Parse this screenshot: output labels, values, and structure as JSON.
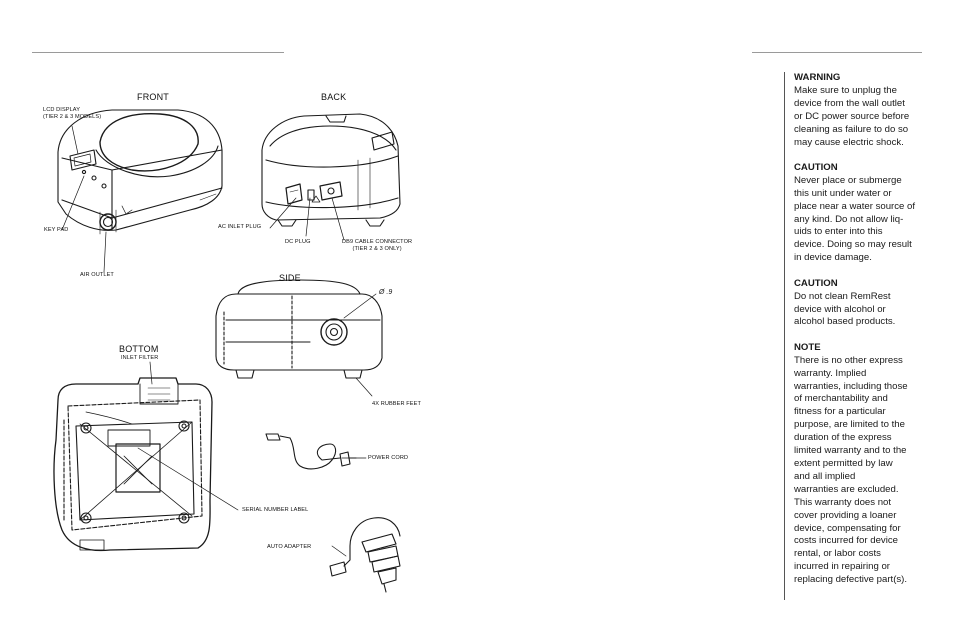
{
  "figure": {
    "views": {
      "front": "FRONT",
      "back": "BACK",
      "side": "SIDE",
      "bottom": "BOTTOM"
    },
    "callouts": {
      "lcd_display": [
        "LCD DISPLAY",
        "(TIER 2 & 3 MODELS)"
      ],
      "key_pad": "KEY PAD",
      "air_outlet": "AIR OUTLET",
      "ac_inlet_plug": "AC INLET PLUG",
      "dc_plug": "DC PLUG",
      "db9_connector": [
        "DB9 CABLE CONNECTOR",
        "(TIER 2 & 3 ONLY)"
      ],
      "diameter": "Ø .9",
      "rubber_feet": "4X RUBBER FEET",
      "inlet_filter": "INLET FILTER",
      "power_cord": "POWER CORD",
      "serial_label": "SERIAL NUMBER LABEL",
      "auto_adapter": "AUTO ADAPTER"
    }
  },
  "notices": [
    {
      "heading": "WARNING",
      "lines": [
        "Make sure to unplug the",
        "device from the wall outlet",
        "or DC power source before",
        "cleaning as failure to do so",
        "may cause electric shock."
      ]
    },
    {
      "heading": "CAUTION",
      "lines": [
        "Never place or submerge",
        "this unit under water or",
        "place near a water source of",
        "any kind. Do not allow liq-",
        "uids to enter into this",
        "device. Doing so may result",
        "in device damage."
      ]
    },
    {
      "heading": "CAUTION",
      "lines": [
        "Do not clean RemRest",
        "device with alcohol or",
        "alcohol based products."
      ]
    },
    {
      "heading": "NOTE",
      "lines": [
        "There is no other express",
        "warranty. Implied",
        "warranties, including those",
        "of merchantability and",
        "fitness for a particular",
        "purpose, are limited to the",
        "duration of the express",
        "limited warranty and to the",
        "extent permitted by law",
        "and all implied",
        "warranties are excluded.",
        "This warranty does not",
        "cover providing a loaner",
        "device, compensating for",
        "costs incurred for device",
        "rental, or labor costs",
        "incurred in repairing or",
        "replacing defective part(s)."
      ]
    }
  ]
}
